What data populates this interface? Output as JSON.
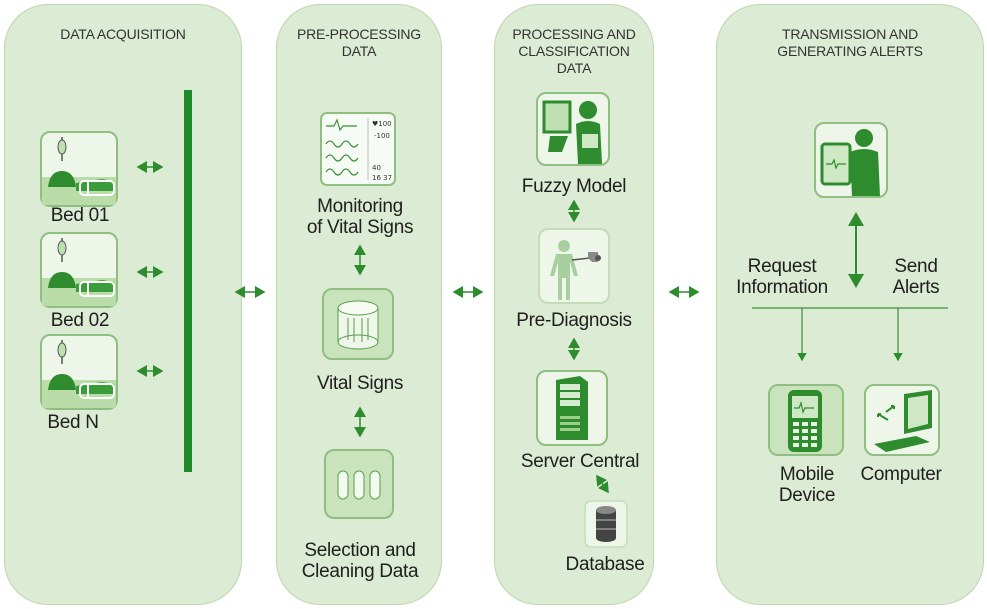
{
  "colors": {
    "panel_bg": "#dcebd3",
    "panel_border": "#bcd6ae",
    "accent": "#2e8b2e",
    "dark_green": "#1f7a1f"
  },
  "panels": [
    {
      "title": "DATA ACQUISITION"
    },
    {
      "title": "PRE-PROCESSING\nDATA"
    },
    {
      "title": "PROCESSING AND\nCLASSIFICATION\nDATA"
    },
    {
      "title": "TRANSMISSION AND\nGENERATING ALERTS"
    }
  ],
  "acquisition": {
    "beds": [
      "Bed 01",
      "Bed 02",
      "Bed N"
    ],
    "icon": "hospital-bed-patient-icon"
  },
  "preprocessing": {
    "items": [
      {
        "label": "Monitoring\nof Vital Signs",
        "icon": "vital-signs-monitor-icon"
      },
      {
        "label": "Vital Signs",
        "icon": "database-cylinder-icon"
      },
      {
        "label": "Selection and\nCleaning Data",
        "icon": "filter-cylinders-icon"
      }
    ]
  },
  "processing": {
    "items": [
      {
        "label": "Fuzzy Model",
        "icon": "doctor-computer-icon"
      },
      {
        "label": "Pre-Diagnosis",
        "icon": "body-scan-icon"
      },
      {
        "label": "Server Central",
        "icon": "server-tower-icon"
      },
      {
        "label": "Database",
        "icon": "database-icon"
      }
    ]
  },
  "transmission": {
    "request": "Request\nInformation",
    "send": "Send\nAlerts",
    "devices": [
      {
        "label": "Mobile\nDevice",
        "icon": "mobile-phone-icon"
      },
      {
        "label": "Computer",
        "icon": "computer-monitor-icon"
      }
    ],
    "top_icon": "doctor-tablet-icon"
  }
}
